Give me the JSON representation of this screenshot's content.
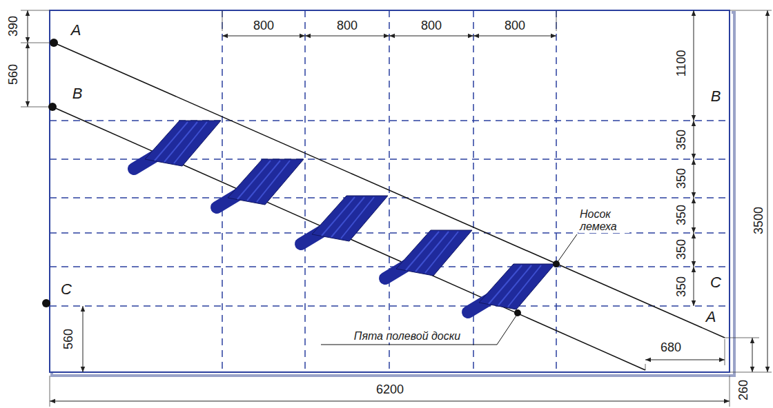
{
  "diagram": {
    "labels": [
      "390",
      "A",
      "560",
      "B",
      "C",
      "560",
      "800",
      "800",
      "800",
      "800",
      "1100",
      "B",
      "350",
      "350",
      "350",
      "350",
      "350",
      "3500",
      "C",
      "A",
      "Носок лемеха",
      "Пята полевой доски",
      "680",
      "6200",
      "260"
    ]
  }
}
